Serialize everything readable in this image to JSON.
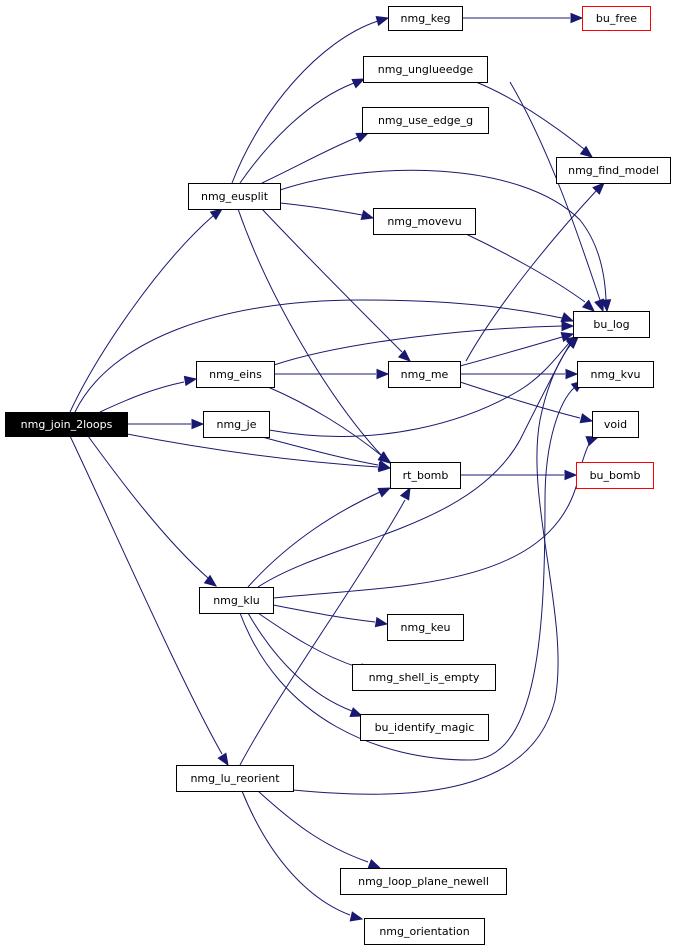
{
  "graph": {
    "root": "nmg_join_2loops",
    "nodes": [
      {
        "id": "nmg_join_2loops",
        "label": "nmg_join_2loops",
        "style": "root"
      },
      {
        "id": "nmg_keg",
        "label": "nmg_keg",
        "style": "normal"
      },
      {
        "id": "bu_free",
        "label": "bu_free",
        "style": "red"
      },
      {
        "id": "nmg_unglueedge",
        "label": "nmg_unglueedge",
        "style": "normal"
      },
      {
        "id": "nmg_use_edge_g",
        "label": "nmg_use_edge_g",
        "style": "normal"
      },
      {
        "id": "nmg_find_model",
        "label": "nmg_find_model",
        "style": "normal"
      },
      {
        "id": "nmg_eusplit",
        "label": "nmg_eusplit",
        "style": "normal"
      },
      {
        "id": "nmg_movevu",
        "label": "nmg_movevu",
        "style": "normal"
      },
      {
        "id": "bu_log",
        "label": "bu_log",
        "style": "normal"
      },
      {
        "id": "nmg_eins",
        "label": "nmg_eins",
        "style": "normal"
      },
      {
        "id": "nmg_me",
        "label": "nmg_me",
        "style": "normal"
      },
      {
        "id": "nmg_kvu",
        "label": "nmg_kvu",
        "style": "normal"
      },
      {
        "id": "nmg_je",
        "label": "nmg_je",
        "style": "normal"
      },
      {
        "id": "void",
        "label": "void",
        "style": "normal"
      },
      {
        "id": "rt_bomb",
        "label": "rt_bomb",
        "style": "normal"
      },
      {
        "id": "bu_bomb",
        "label": "bu_bomb",
        "style": "red"
      },
      {
        "id": "nmg_klu",
        "label": "nmg_klu",
        "style": "normal"
      },
      {
        "id": "nmg_keu",
        "label": "nmg_keu",
        "style": "normal"
      },
      {
        "id": "nmg_shell_is_empty",
        "label": "nmg_shell_is_empty",
        "style": "normal"
      },
      {
        "id": "bu_identify_magic",
        "label": "bu_identify_magic",
        "style": "normal"
      },
      {
        "id": "nmg_lu_reorient",
        "label": "nmg_lu_reorient",
        "style": "normal"
      },
      {
        "id": "nmg_loop_plane_newell",
        "label": "nmg_loop_plane_newell",
        "style": "normal"
      },
      {
        "id": "nmg_orientation",
        "label": "nmg_orientation",
        "style": "normal"
      }
    ],
    "edges": [
      {
        "from": "nmg_join_2loops",
        "to": "nmg_eusplit"
      },
      {
        "from": "nmg_join_2loops",
        "to": "bu_log"
      },
      {
        "from": "nmg_join_2loops",
        "to": "nmg_eins"
      },
      {
        "from": "nmg_join_2loops",
        "to": "nmg_je"
      },
      {
        "from": "nmg_join_2loops",
        "to": "rt_bomb"
      },
      {
        "from": "nmg_join_2loops",
        "to": "nmg_klu"
      },
      {
        "from": "nmg_join_2loops",
        "to": "nmg_lu_reorient"
      },
      {
        "from": "nmg_eusplit",
        "to": "nmg_keg"
      },
      {
        "from": "nmg_eusplit",
        "to": "nmg_unglueedge"
      },
      {
        "from": "nmg_eusplit",
        "to": "nmg_use_edge_g"
      },
      {
        "from": "nmg_eusplit",
        "to": "bu_log"
      },
      {
        "from": "nmg_eusplit",
        "to": "nmg_movevu"
      },
      {
        "from": "nmg_eusplit",
        "to": "nmg_me"
      },
      {
        "from": "nmg_eusplit",
        "to": "rt_bomb"
      },
      {
        "from": "nmg_keg",
        "to": "bu_free"
      },
      {
        "from": "nmg_unglueedge",
        "to": "nmg_find_model"
      },
      {
        "from": "nmg_unglueedge",
        "to": "bu_log"
      },
      {
        "from": "nmg_movevu",
        "to": "bu_log"
      },
      {
        "from": "nmg_eins",
        "to": "bu_log"
      },
      {
        "from": "nmg_eins",
        "to": "nmg_me"
      },
      {
        "from": "nmg_eins",
        "to": "rt_bomb"
      },
      {
        "from": "nmg_me",
        "to": "nmg_find_model"
      },
      {
        "from": "nmg_me",
        "to": "bu_log"
      },
      {
        "from": "nmg_me",
        "to": "nmg_kvu"
      },
      {
        "from": "nmg_me",
        "to": "void"
      },
      {
        "from": "nmg_je",
        "to": "bu_log"
      },
      {
        "from": "nmg_je",
        "to": "rt_bomb"
      },
      {
        "from": "rt_bomb",
        "to": "bu_bomb"
      },
      {
        "from": "nmg_klu",
        "to": "bu_log"
      },
      {
        "from": "nmg_klu",
        "to": "rt_bomb"
      },
      {
        "from": "nmg_klu",
        "to": "nmg_keu"
      },
      {
        "from": "nmg_klu",
        "to": "nmg_shell_is_empty"
      },
      {
        "from": "nmg_klu",
        "to": "bu_identify_magic"
      },
      {
        "from": "nmg_klu",
        "to": "void"
      },
      {
        "from": "nmg_klu",
        "to": "nmg_kvu"
      },
      {
        "from": "nmg_lu_reorient",
        "to": "bu_log"
      },
      {
        "from": "nmg_lu_reorient",
        "to": "rt_bomb"
      },
      {
        "from": "nmg_lu_reorient",
        "to": "nmg_loop_plane_newell"
      },
      {
        "from": "nmg_lu_reorient",
        "to": "nmg_orientation"
      }
    ]
  },
  "colors": {
    "edge": "#191970",
    "node_border": "#000000",
    "external_border": "#ff0000",
    "root_fill": "#000000",
    "root_text": "#ffffff"
  }
}
